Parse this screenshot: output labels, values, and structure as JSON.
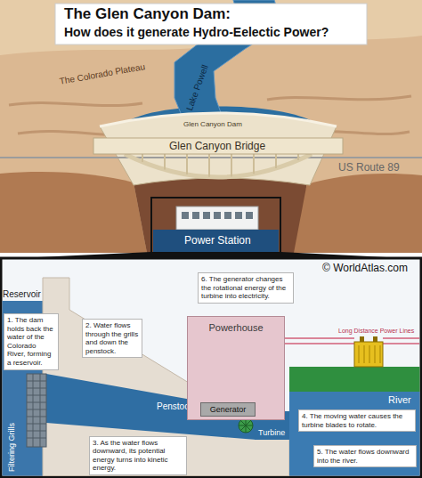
{
  "diagram": {
    "title": "The Glen Canyon Dam:",
    "nodes": [
      {
        "text": [
          "6. The generator changes the rotational energy of the turbine into electricity."
        ]
      },
      {
        "text": [
          "1. The dam holds back the water of the Colorado River, forming a reservoir."
        ]
      },
      {
        "text": [
          "2. Water flows through the grills and down the penstock."
        ]
      },
      {
        "text": [
          "Powerhouse"
        ]
      },
      {
        "text": [
          "Generator"
        ],
        "in": 3
      },
      {
        "text": [
          "3. As the water flows downward, its potential energy turns into kinetic energy."
        ]
      },
      {
        "text": [
          "4. The moving water causes the turbine blades to rotate."
        ]
      },
      {
        "text": [
          "5. The water flows downward into the river."
        ]
      }
    ],
    "labels": [
      "How does it generate Hydro-Eelectic Power?",
      "The Colorado Plateau",
      "Lake Powell",
      "Glen Canyon Dam",
      "US Route 89",
      "Glen Canyon Bridge",
      "Power Station",
      "© WorldAtlas.com",
      "Reservoir",
      "Long Distance Power Lines",
      "Penstock",
      "Filtering Grills",
      "Turbine",
      "River"
    ]
  }
}
